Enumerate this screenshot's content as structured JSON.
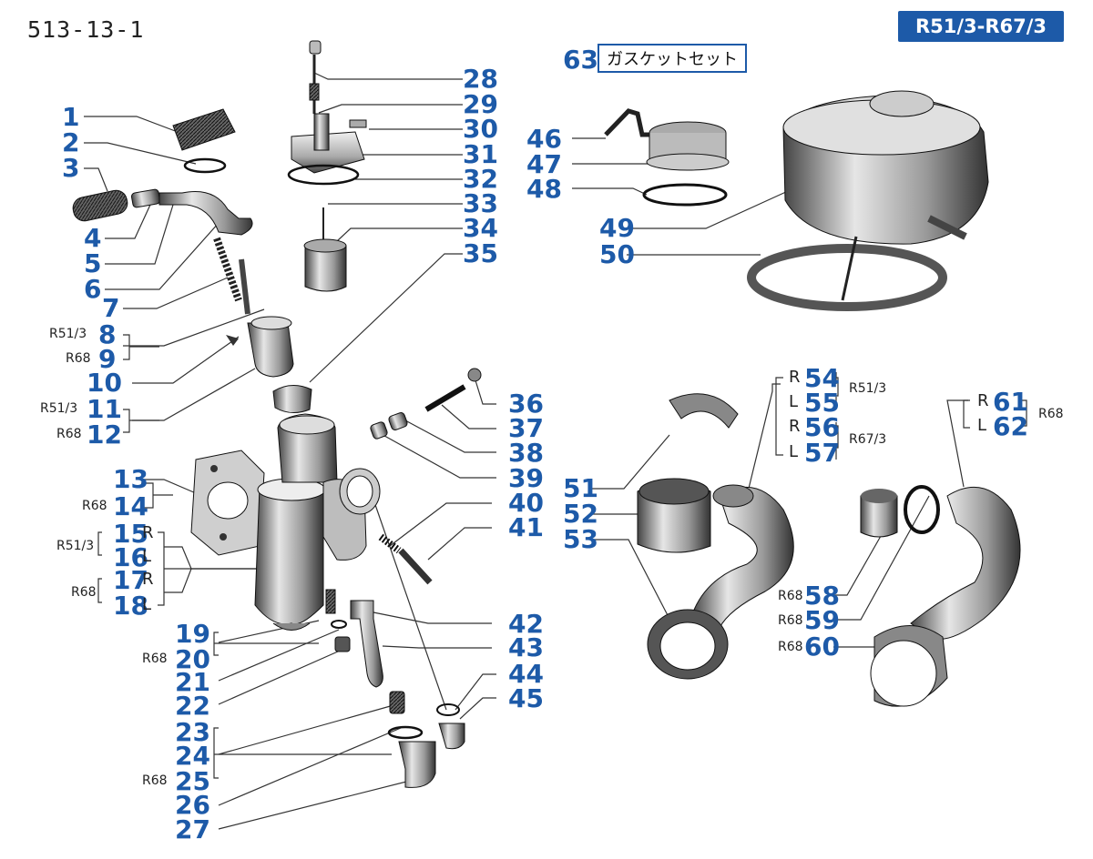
{
  "header": {
    "page_id": "513-13-1",
    "model_range": "R51/3-R67/3"
  },
  "kit": {
    "number": "63",
    "label": "ガスケットセット"
  },
  "parts": [
    {
      "n": "1"
    },
    {
      "n": "2"
    },
    {
      "n": "3"
    },
    {
      "n": "4"
    },
    {
      "n": "5"
    },
    {
      "n": "6"
    },
    {
      "n": "7"
    },
    {
      "n": "8",
      "model": "R51/3"
    },
    {
      "n": "9",
      "model": "R68"
    },
    {
      "n": "10"
    },
    {
      "n": "11",
      "model": "R51/3"
    },
    {
      "n": "12",
      "model": "R68"
    },
    {
      "n": "13"
    },
    {
      "n": "14",
      "model": "R68"
    },
    {
      "n": "15",
      "side": "R",
      "model": "R51/3"
    },
    {
      "n": "16",
      "side": "L"
    },
    {
      "n": "17",
      "side": "R",
      "model": "R68"
    },
    {
      "n": "18",
      "side": "L"
    },
    {
      "n": "19"
    },
    {
      "n": "20",
      "model": "R68"
    },
    {
      "n": "21"
    },
    {
      "n": "22"
    },
    {
      "n": "23"
    },
    {
      "n": "24"
    },
    {
      "n": "25",
      "model": "R68"
    },
    {
      "n": "26"
    },
    {
      "n": "27"
    },
    {
      "n": "28"
    },
    {
      "n": "29"
    },
    {
      "n": "30"
    },
    {
      "n": "31"
    },
    {
      "n": "32"
    },
    {
      "n": "33"
    },
    {
      "n": "34"
    },
    {
      "n": "35"
    },
    {
      "n": "36"
    },
    {
      "n": "37"
    },
    {
      "n": "38"
    },
    {
      "n": "39"
    },
    {
      "n": "40"
    },
    {
      "n": "41"
    },
    {
      "n": "42"
    },
    {
      "n": "43"
    },
    {
      "n": "44"
    },
    {
      "n": "45"
    },
    {
      "n": "46"
    },
    {
      "n": "47"
    },
    {
      "n": "48"
    },
    {
      "n": "49"
    },
    {
      "n": "50"
    },
    {
      "n": "51"
    },
    {
      "n": "52"
    },
    {
      "n": "53"
    },
    {
      "n": "54",
      "side": "R",
      "model": "R51/3"
    },
    {
      "n": "55",
      "side": "L"
    },
    {
      "n": "56",
      "side": "R",
      "model": "R67/3"
    },
    {
      "n": "57",
      "side": "L"
    },
    {
      "n": "58",
      "model": "R68"
    },
    {
      "n": "59",
      "model": "R68"
    },
    {
      "n": "60",
      "model": "R68"
    },
    {
      "n": "61",
      "side": "R",
      "model": "R68"
    },
    {
      "n": "62",
      "side": "L"
    }
  ],
  "colors": {
    "callout": "#1d5aa8",
    "line": "#333333"
  }
}
